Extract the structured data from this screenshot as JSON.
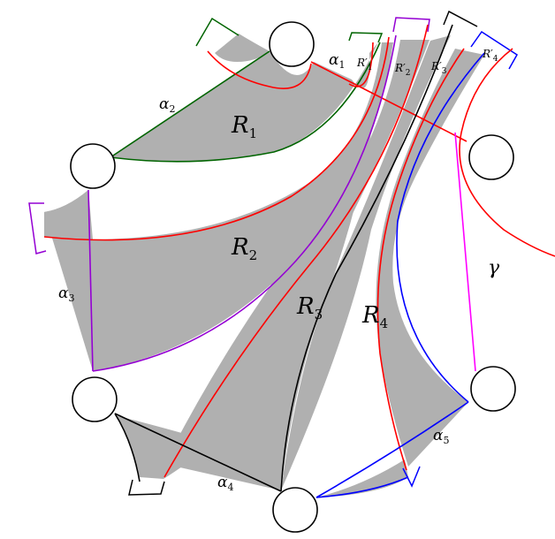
{
  "colors": {
    "region_fill": "#b0b0b0",
    "red": "#ff0000",
    "green": "#006400",
    "purple": "#9400d3",
    "black": "#000000",
    "blue": "#0000ff",
    "magenta": "#ff00ff"
  },
  "regions": [
    {
      "name": "R",
      "sub": "1"
    },
    {
      "name": "R",
      "sub": "2"
    },
    {
      "name": "R",
      "sub": "3"
    },
    {
      "name": "R",
      "sub": "4"
    }
  ],
  "primed_regions": [
    {
      "name": "R′",
      "sub": "1"
    },
    {
      "name": "R′",
      "sub": "2"
    },
    {
      "name": "R′",
      "sub": "3"
    },
    {
      "name": "R′",
      "sub": "4"
    }
  ],
  "arcs": [
    {
      "name": "α",
      "sub": "1"
    },
    {
      "name": "α",
      "sub": "2"
    },
    {
      "name": "α",
      "sub": "3"
    },
    {
      "name": "α",
      "sub": "4"
    },
    {
      "name": "α",
      "sub": "5"
    }
  ],
  "gamma": "γ"
}
